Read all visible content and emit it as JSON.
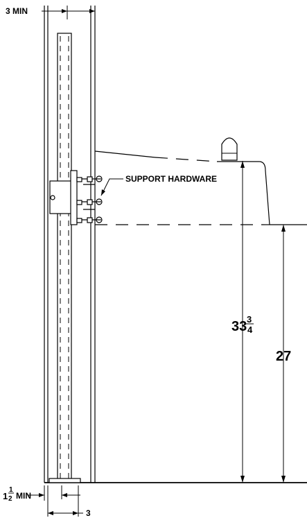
{
  "labels": {
    "top_dimension": "3 MIN",
    "support_hardware": "SUPPORT HARDWARE",
    "height_big_whole": "33",
    "height_big_num": "3",
    "height_big_den": "4",
    "height_small": "27",
    "bottom_left_whole": "1",
    "bottom_left_num": "1",
    "bottom_left_den": "2",
    "bottom_left_suffix": "MIN",
    "bottom_dimension": "3"
  }
}
